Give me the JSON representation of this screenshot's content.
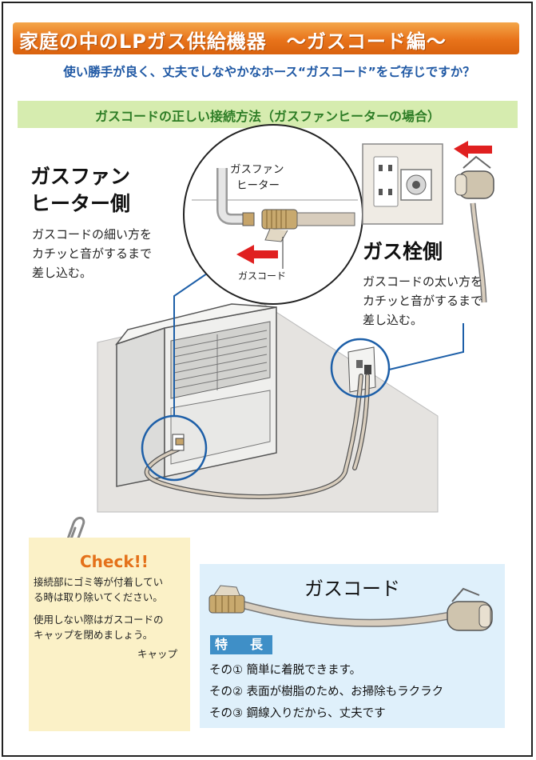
{
  "header": {
    "title": "家庭の中のLPガス供給機器　～ガスコード編～",
    "subtitle": "使い勝手が良く、丈夫でしなやかなホース“ガスコード”をご存じですか？"
  },
  "section": {
    "heading": "ガスコードの正しい接続方法（ガスファンヒーターの場合）"
  },
  "heater_side": {
    "heading_line1": "ガスファン",
    "heading_line2": "ヒーター側",
    "desc_line1": "ガスコードの細い方を",
    "desc_line2": "カチッと音がするまで",
    "desc_line3": "差し込む。"
  },
  "callout_heater": {
    "label_line1": "ガスファン",
    "label_line2": "ヒーター",
    "cord_label": "ガスコード"
  },
  "valve_side": {
    "heading": "ガス栓側",
    "desc_line1": "ガスコードの太い方を",
    "desc_line2": "カチッと音がするまで",
    "desc_line3": "差し込む。"
  },
  "check": {
    "title": "Check!!",
    "line1": "接続部にゴミ等が付着してい",
    "line2": "る時は取り除いてください。",
    "line3": "使用しない際はガスコードの",
    "line4": "キャップを閉めましょう。",
    "cap_label": "キャップ"
  },
  "gas_cord": {
    "title": "ガスコード",
    "badge": "特　長",
    "feature1": "その①  簡単に着脱できます。",
    "feature2": "その②  表面が樹脂のため、お掃除もラクラク",
    "feature3": "その③  鋼線入りだから、丈夫です"
  },
  "colors": {
    "title_orange": "#e8731a",
    "subtitle_blue": "#1f58a4",
    "section_green_bg": "#d6ecaf",
    "section_green_text": "#2e7d26",
    "check_bg": "#fbf1c7",
    "cord_panel_bg": "#dff0fb",
    "badge_blue": "#3f8fc7",
    "arrow_red": "#e02020",
    "callout_blue": "#1d5fa8"
  }
}
